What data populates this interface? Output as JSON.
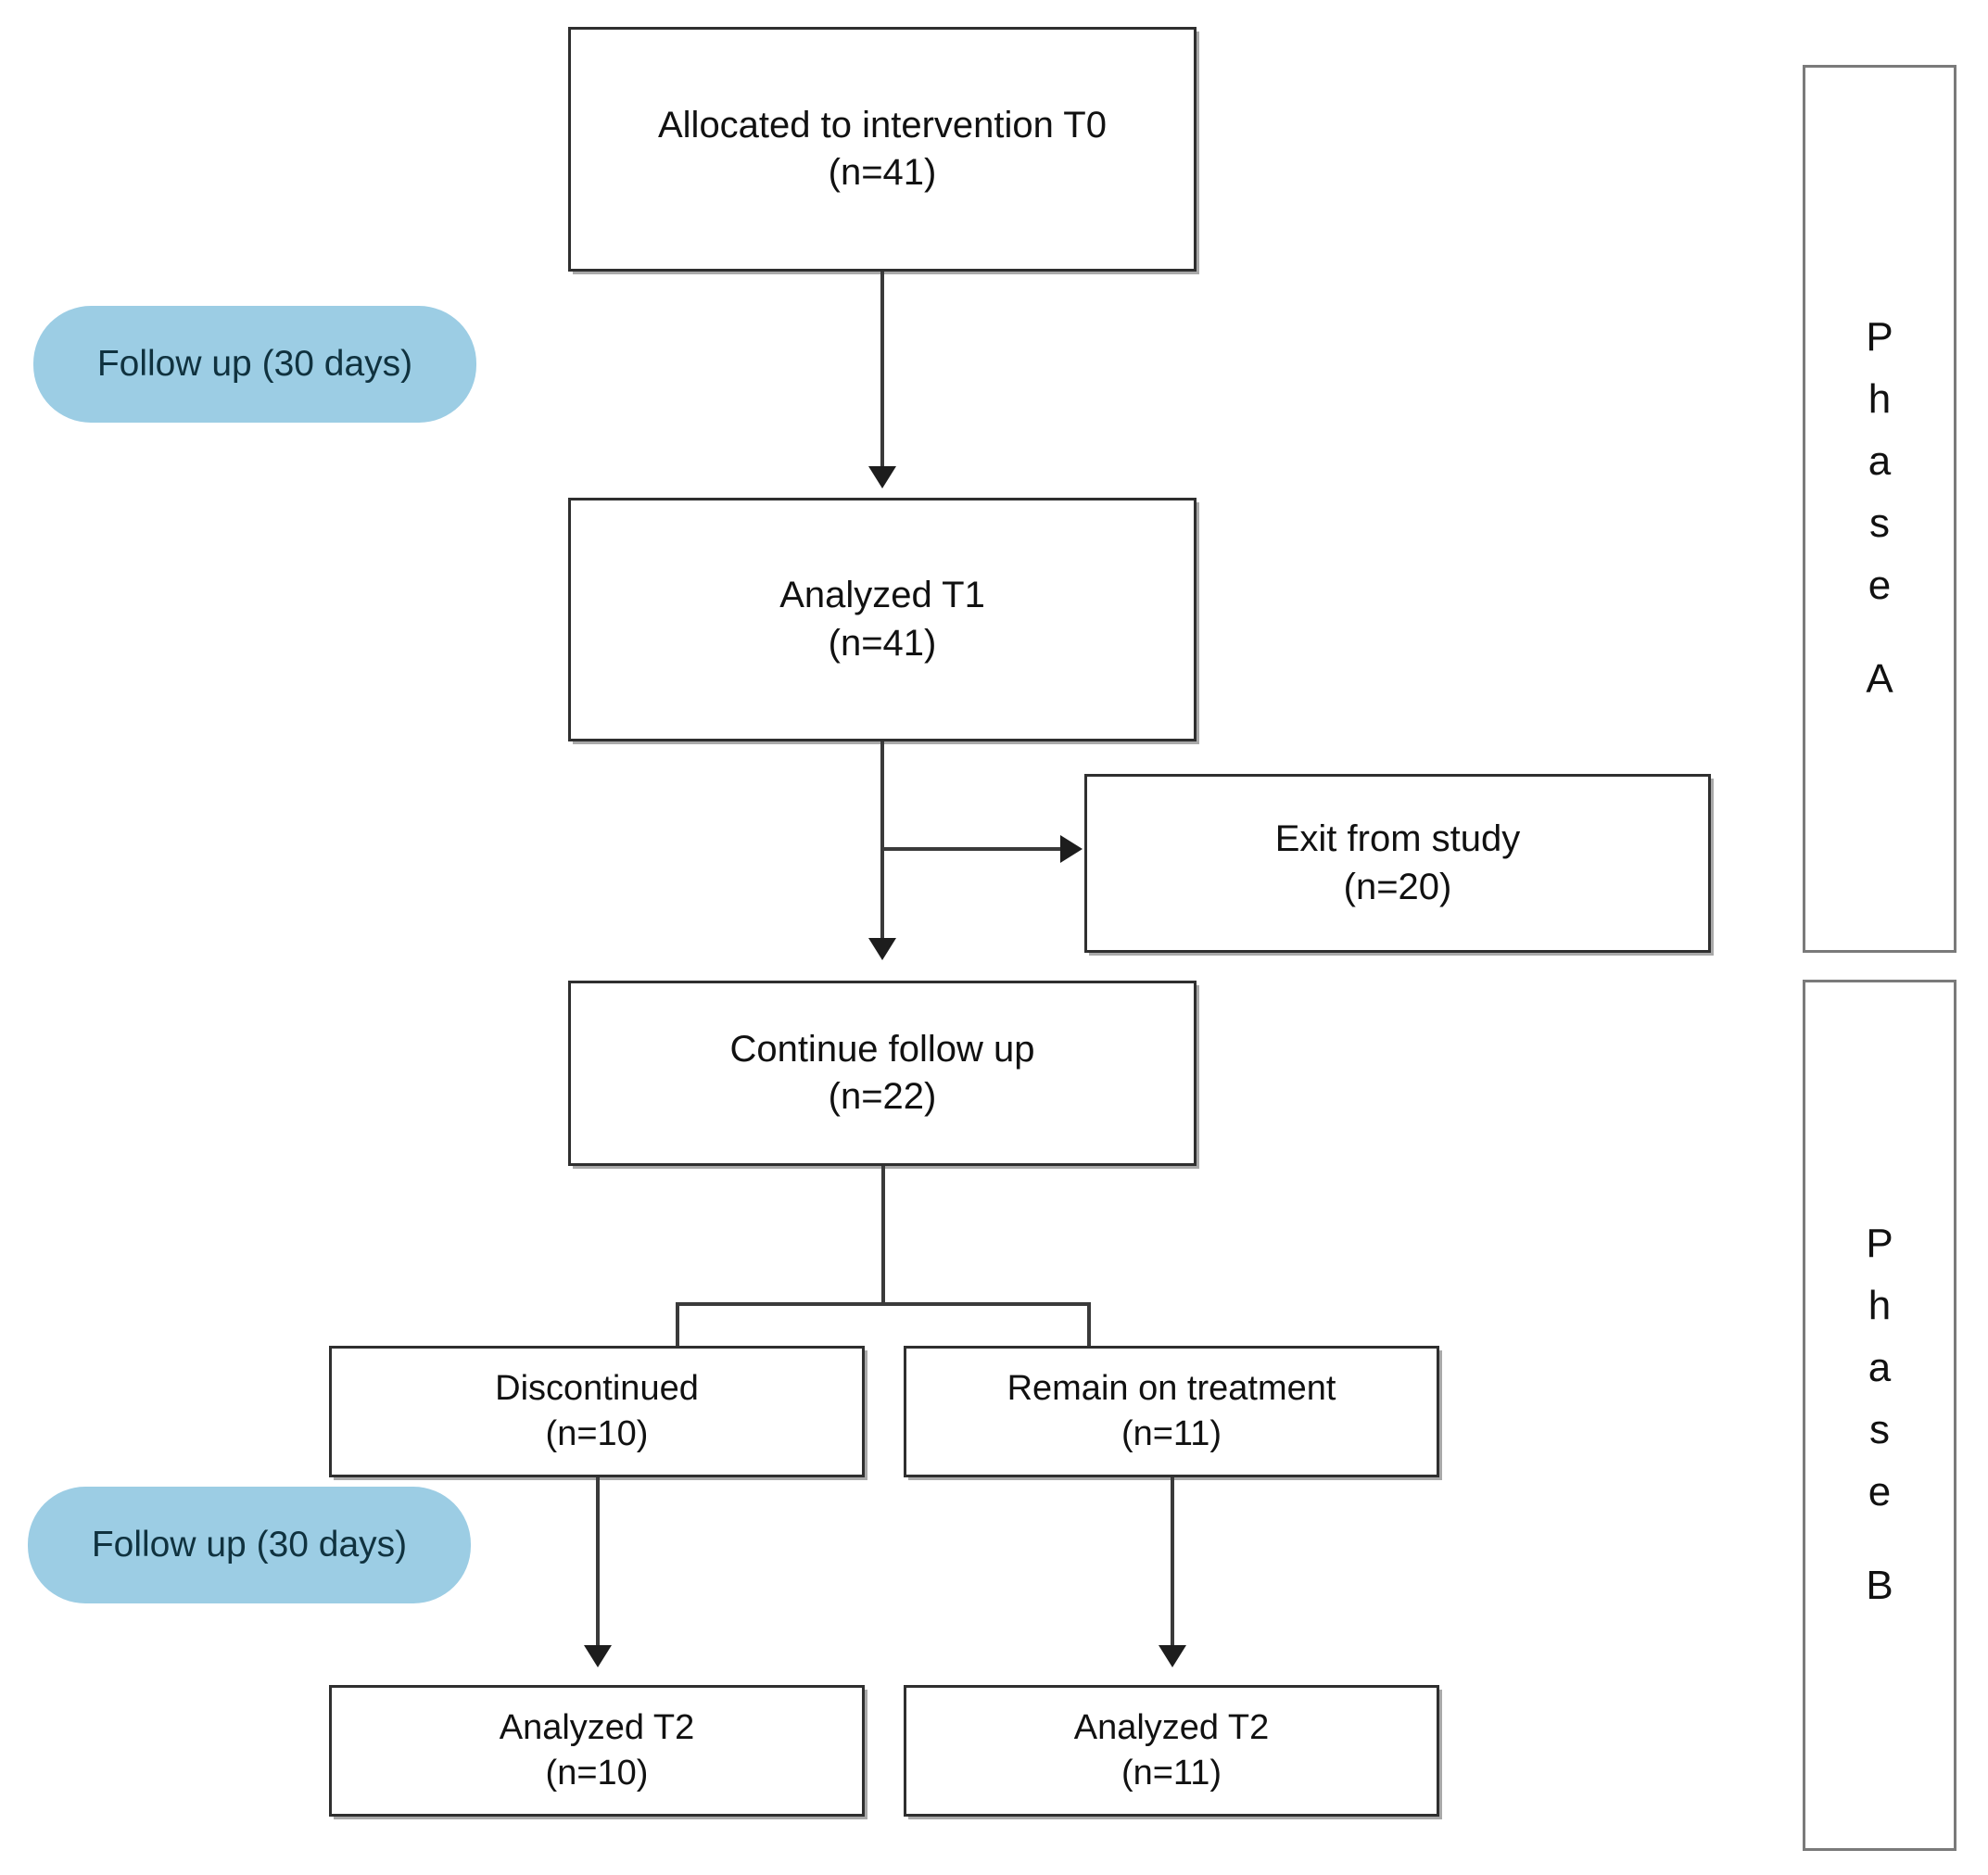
{
  "figure": {
    "type": "flowchart",
    "orientation": "top-to-bottom",
    "background": "#ffffff",
    "box_border_color": "#2f2f2f",
    "phase_border_color": "#7a7a7a",
    "connector_color": "#3a3a3a",
    "callout_fill": "#9ccde4",
    "callout_text_color": "#10323f"
  },
  "nodes": {
    "allocated": {
      "title": "Allocated to intervention T0",
      "count": "(n=41)"
    },
    "analyzed_t1": {
      "title": "Analyzed T1",
      "count": "(n=41)"
    },
    "exit": {
      "title": "Exit from study",
      "count": "(n=20)"
    },
    "continue": {
      "title": "Continue follow up",
      "count": "(n=22)"
    },
    "discontinued": {
      "title": "Discontinued",
      "count": "(n=10)"
    },
    "remain": {
      "title": "Remain on treatment",
      "count": "(n=11)"
    },
    "analyzed_t2_left": {
      "title": "Analyzed T2",
      "count": "(n=10)"
    },
    "analyzed_t2_right": {
      "title": "Analyzed T2",
      "count": "(n=11)"
    }
  },
  "callouts": {
    "followup_top": "Follow up (30 days)",
    "followup_bottom": "Follow up (30 days)"
  },
  "phases": {
    "a": {
      "letters": [
        "P",
        "h",
        "a",
        "s",
        "e",
        "A"
      ]
    },
    "b": {
      "letters": [
        "P",
        "h",
        "a",
        "s",
        "e",
        "B"
      ]
    }
  }
}
